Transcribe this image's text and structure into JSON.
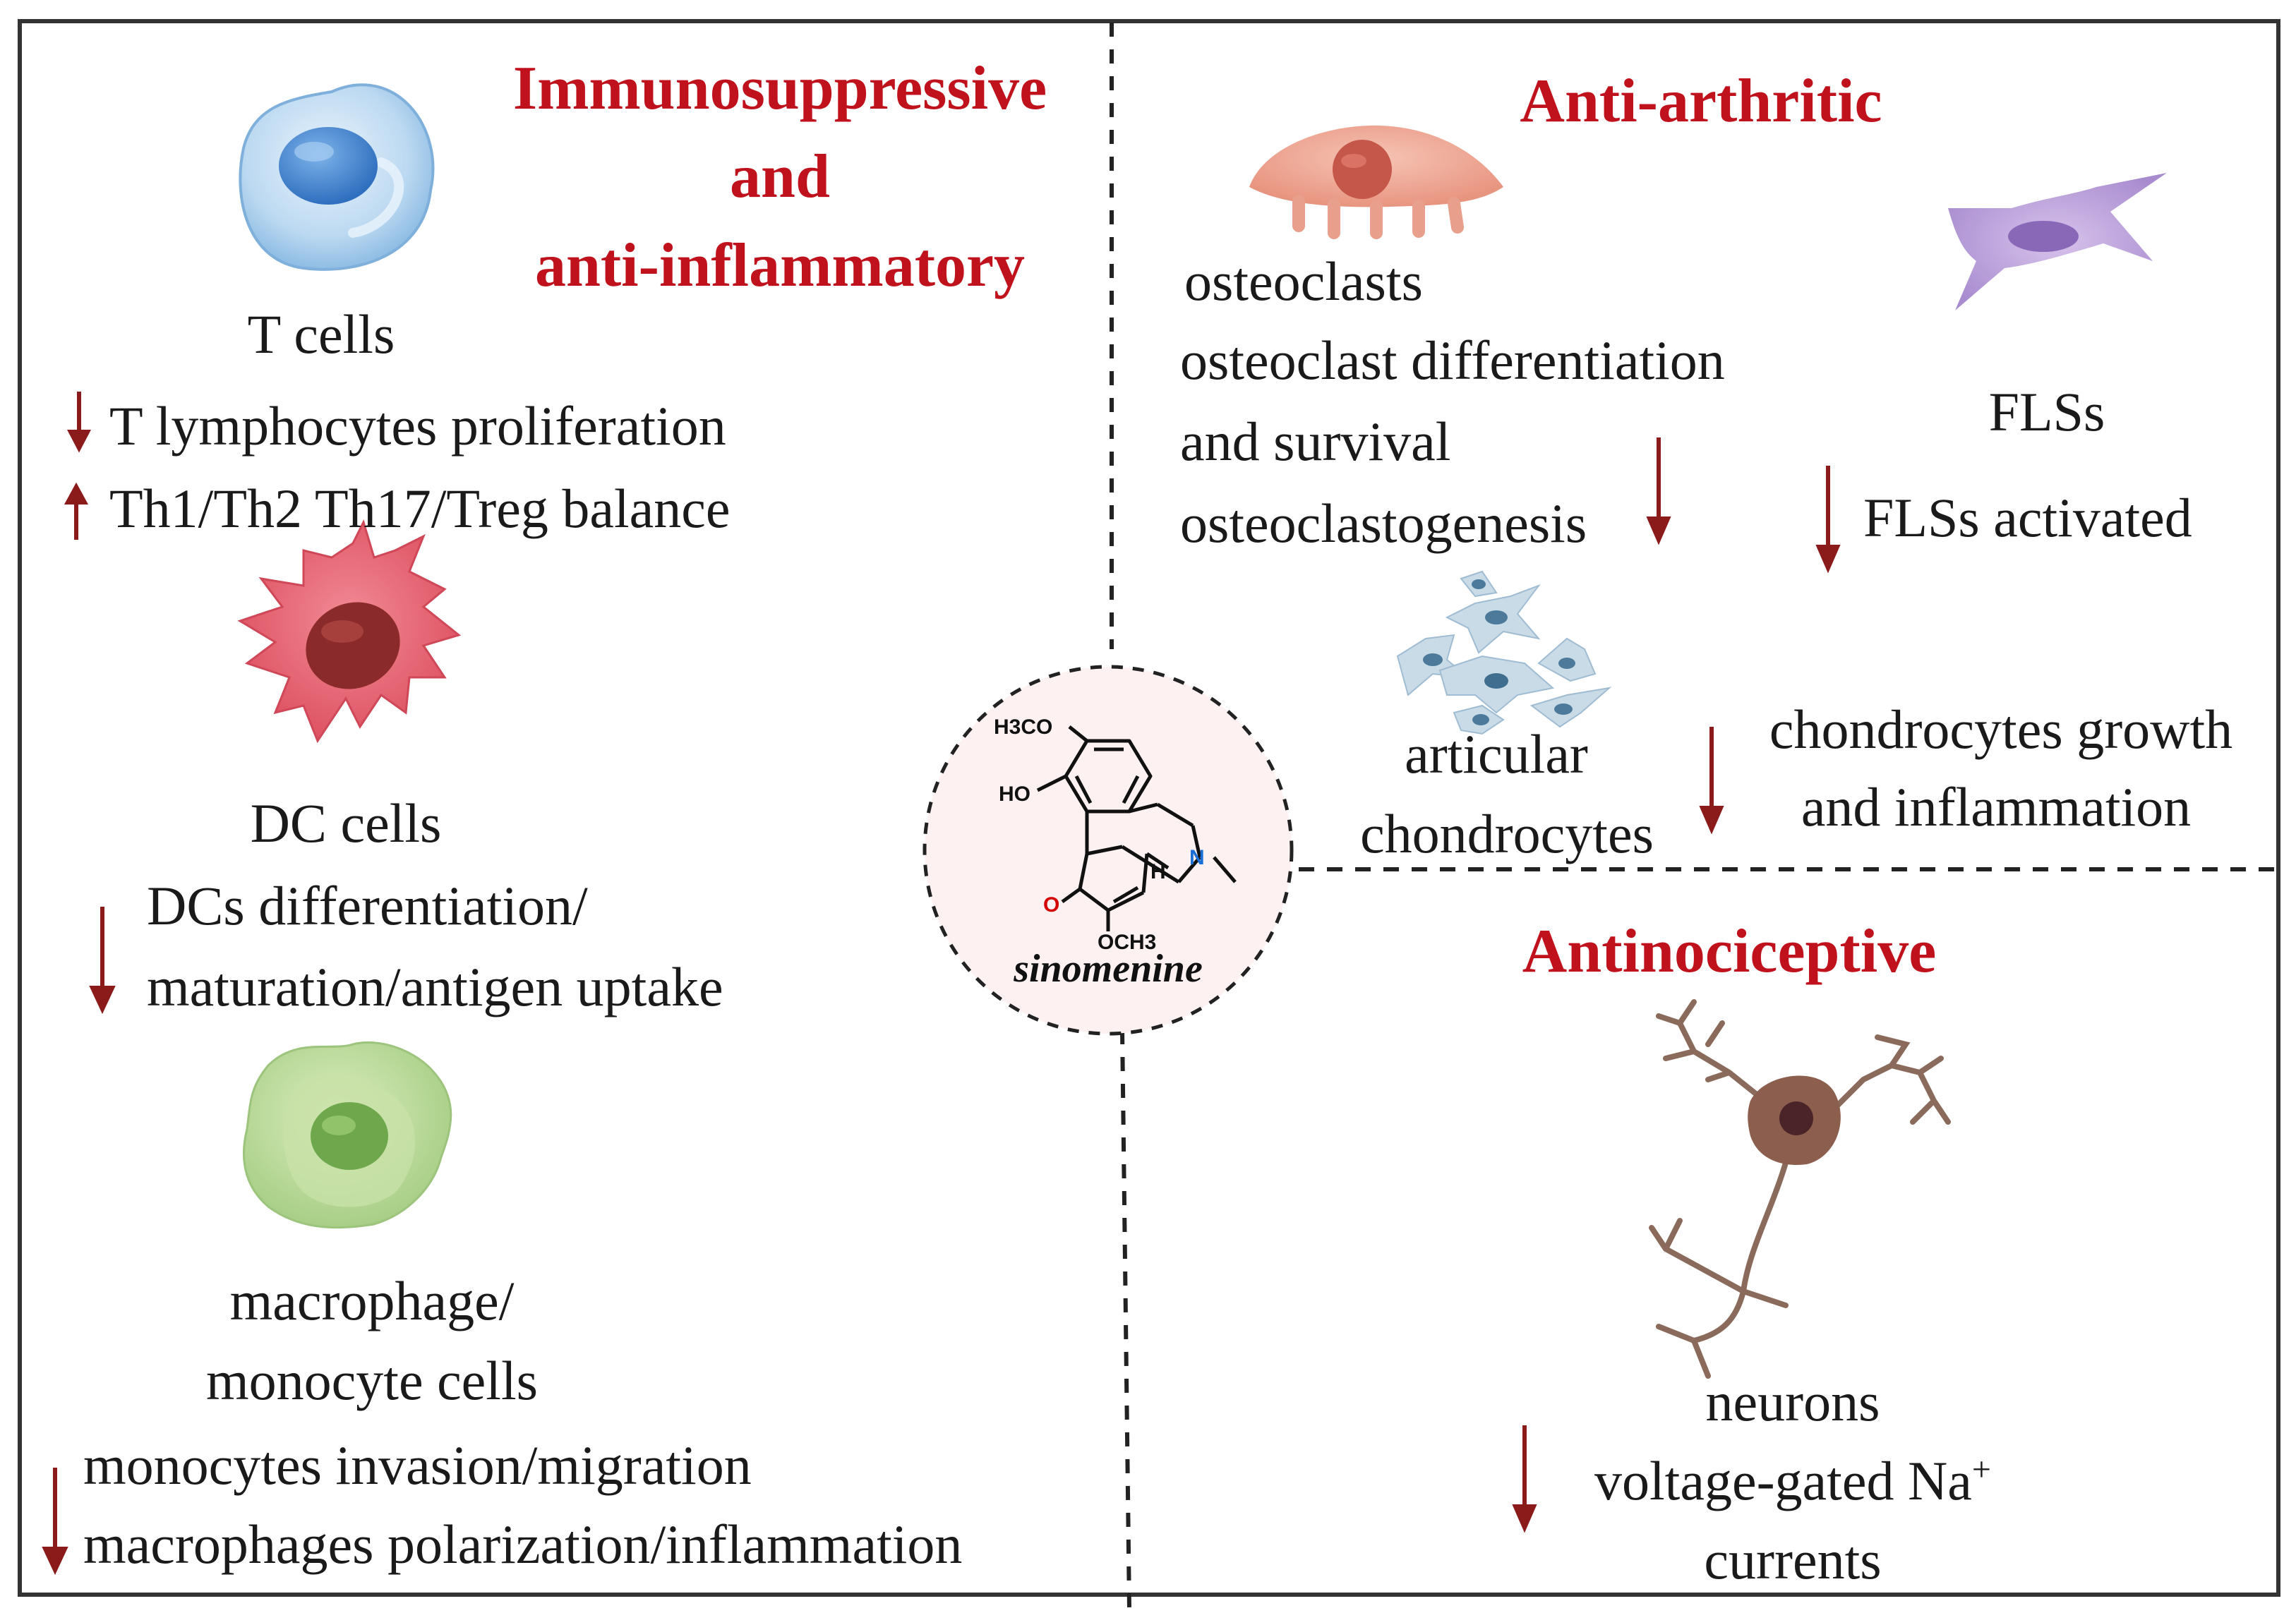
{
  "sections": {
    "immunosuppressive": {
      "title_lines": [
        "Immunosuppressive",
        "and",
        "anti-inflammatory"
      ],
      "t_cells": {
        "label": "T cells",
        "effects": [
          {
            "direction": "down",
            "text": "T lymphocytes proliferation"
          },
          {
            "direction": "up",
            "text": "Th1/Th2 Th17/Treg balance"
          }
        ]
      },
      "dc_cells": {
        "label": "DC cells",
        "effect_direction": "down",
        "effect_lines": [
          "DCs differentiation/",
          "maturation/antigen uptake"
        ]
      },
      "macrophages": {
        "label_lines": [
          "macrophage/",
          "monocyte cells"
        ],
        "effect_direction": "down",
        "effect_lines": [
          "monocytes invasion/migration",
          "macrophages polarization/inflammation"
        ]
      }
    },
    "anti_arthritic": {
      "title": "Anti-arthritic",
      "osteoclasts": {
        "label": "osteoclasts",
        "effect_lines": [
          "osteoclast differentiation",
          "and survival",
          "osteoclastogenesis"
        ],
        "effect_direction": "down"
      },
      "flss": {
        "label": "FLSs",
        "effect_direction": "down",
        "effect": "FLSs activated"
      },
      "chondrocytes": {
        "label_lines": [
          "articular",
          "chondrocytes"
        ],
        "effect_direction": "down",
        "effect_lines": [
          "chondrocytes growth",
          "and inflammation"
        ]
      }
    },
    "antinociceptive": {
      "title": "Antinociceptive",
      "neurons": {
        "label": "neurons",
        "effect_direction": "down",
        "effect_line1": "voltage-gated Na",
        "effect_superscript": "+",
        "effect_line2": "currents"
      }
    }
  },
  "compound": {
    "name": "sinomenine",
    "atoms": {
      "h3co": "H3CO",
      "ho": "HO",
      "n": "N",
      "h": "H",
      "o": "O",
      "och3": "OCH3"
    }
  },
  "colors": {
    "heading": "#c0121c",
    "arrow": "#8b1a1a",
    "border": "#333333",
    "compound_circle_fill": "#fdf1f1",
    "oxygen": "#d40000",
    "nitrogen": "#1a6fd6"
  }
}
